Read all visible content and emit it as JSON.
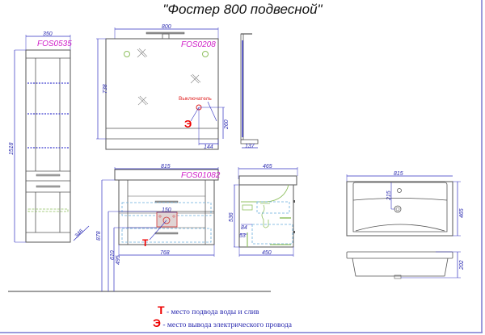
{
  "title": "\"Фостер 800 подвесной\"",
  "colors": {
    "outline": "#555555",
    "dimension": "#3030c0",
    "product_code": "#d020c8",
    "marker_red": "#ee0000",
    "shelf_dashed": "#4040d0",
    "green": "#90c060",
    "lightblue_dashed": "#6aaedc"
  },
  "column_cabinet": {
    "code": "FOS0535",
    "width": "350",
    "height": "1518",
    "depth": "346"
  },
  "mirror": {
    "code": "FOS0208",
    "width": "800",
    "height": "738",
    "switch_label": "Выключатель",
    "switch_height": "260",
    "switch_offset": "144",
    "marker": "Э",
    "side_depth": "137"
  },
  "vanity": {
    "code": "FOS01082",
    "top_width": "815",
    "body_width": "768",
    "height_878": "878",
    "height_610": "610",
    "height_495": "495",
    "hole_width": "150",
    "marker": "Т"
  },
  "vanity_side": {
    "top_depth": "465",
    "body_depth": "450",
    "height": "536",
    "dim_84": "84",
    "dim_53": "53"
  },
  "basin": {
    "width": "815",
    "depth": "465",
    "height": "202",
    "tap_offset": "215"
  },
  "legend": {
    "items": [
      {
        "marker": "Т",
        "text": "- место подвода воды и слив"
      },
      {
        "marker": "Э",
        "text": "- место вывода электрического провода"
      }
    ]
  }
}
